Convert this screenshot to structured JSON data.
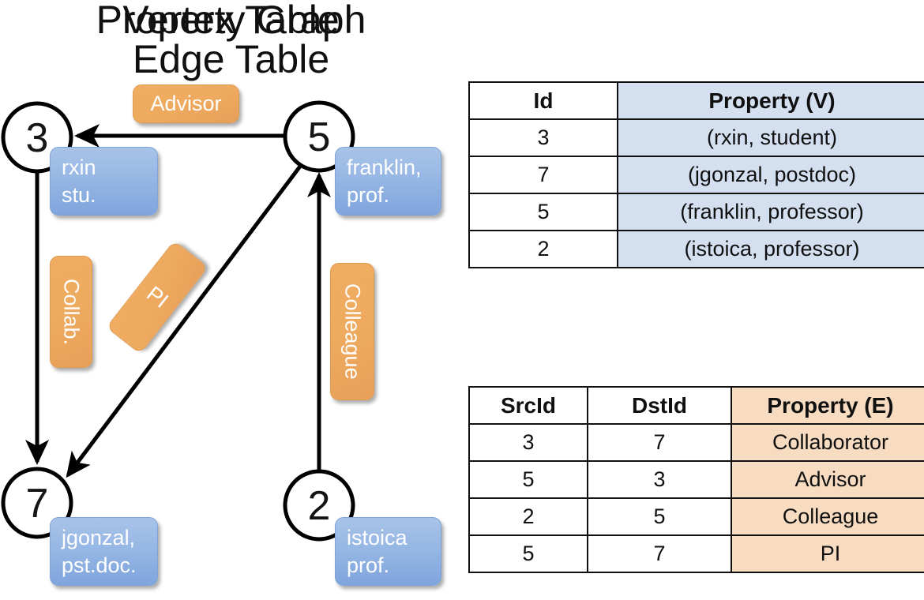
{
  "titles": {
    "graph": "Property Graph",
    "vertex_table": "Vertex Table",
    "edge_table": "Edge Table"
  },
  "colors": {
    "edge_label_orange": "#eeab5f",
    "vertex_label_blue": "#97b7e4",
    "vertex_table_property_bg": "#d4dff0",
    "edge_table_property_bg": "#f7dcc2",
    "stroke": "#000000",
    "text_on_label": "#ffffff"
  },
  "graph": {
    "nodes": [
      {
        "id": "3",
        "property_label": "rxin\nstu."
      },
      {
        "id": "5",
        "property_label": "franklin,\nprof."
      },
      {
        "id": "7",
        "property_label": "jgonzal,\npst.doc."
      },
      {
        "id": "2",
        "property_label": "istoica\nprof."
      }
    ],
    "node_labels": {
      "n3": "3",
      "n5": "5",
      "n7": "7",
      "n2": "2"
    },
    "vertex_box_text": {
      "rxin_line1": "rxin",
      "rxin_line2": "stu.",
      "franklin_line1": "franklin,",
      "franklin_line2": "prof.",
      "jgonzal_line1": "jgonzal,",
      "jgonzal_line2": "pst.doc.",
      "istoica_line1": "istoica",
      "istoica_line2": "prof."
    },
    "edges": [
      {
        "src": "5",
        "dst": "3",
        "label": "Advisor"
      },
      {
        "src": "3",
        "dst": "7",
        "label": "Collab."
      },
      {
        "src": "5",
        "dst": "7",
        "label": "PI"
      },
      {
        "src": "2",
        "dst": "5",
        "label": "Colleague"
      }
    ],
    "edge_box_text": {
      "advisor": "Advisor",
      "collab": "Collab.",
      "pi": "PI",
      "colleague": "Colleague"
    }
  },
  "vertex_table": {
    "headers": [
      "Id",
      "Property (V)"
    ],
    "rows": [
      {
        "id": "3",
        "property": "(rxin, student)"
      },
      {
        "id": "7",
        "property": "(jgonzal, postdoc)"
      },
      {
        "id": "5",
        "property": "(franklin, professor)"
      },
      {
        "id": "2",
        "property": "(istoica, professor)"
      }
    ]
  },
  "edge_table": {
    "headers": [
      "SrcId",
      "DstId",
      "Property (E)"
    ],
    "rows": [
      {
        "src": "3",
        "dst": "7",
        "property": "Collaborator"
      },
      {
        "src": "5",
        "dst": "3",
        "property": "Advisor"
      },
      {
        "src": "2",
        "dst": "5",
        "property": "Colleague"
      },
      {
        "src": "5",
        "dst": "7",
        "property": "PI"
      }
    ]
  }
}
